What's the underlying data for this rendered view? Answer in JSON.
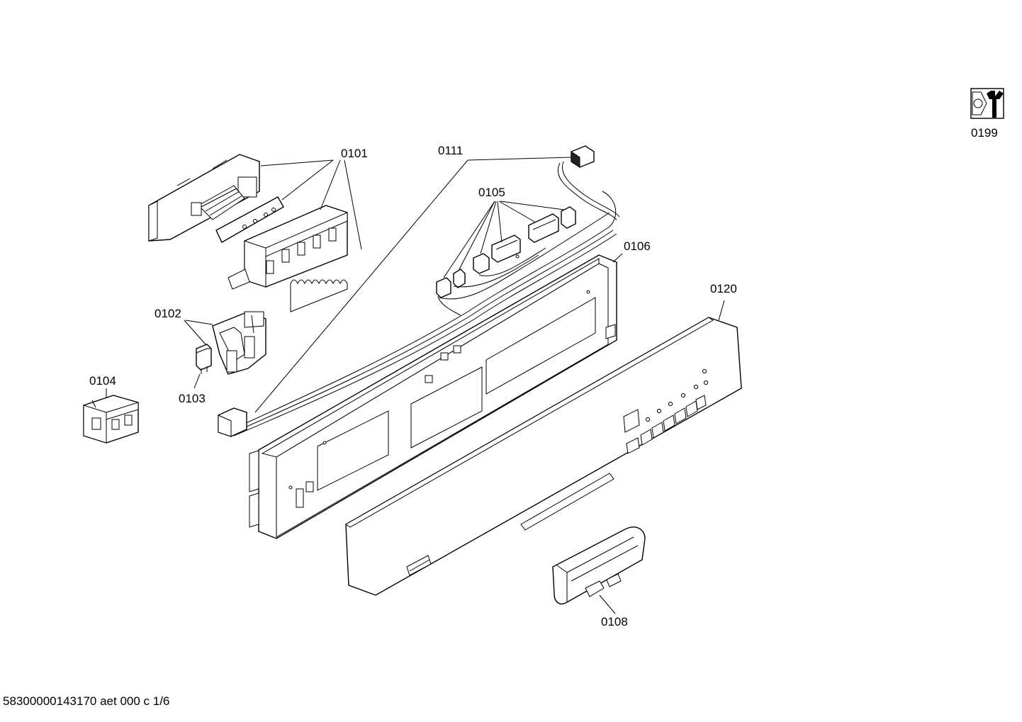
{
  "parts": {
    "p0101": "0101",
    "p0102": "0102",
    "p0103": "0103",
    "p0104": "0104",
    "p0105": "0105",
    "p0106": "0106",
    "p0108": "0108",
    "p0111": "0111",
    "p0120": "0120",
    "p0199": "0199"
  },
  "footer": {
    "doc_id": "58300000143170 aet 000 c 1/6"
  }
}
